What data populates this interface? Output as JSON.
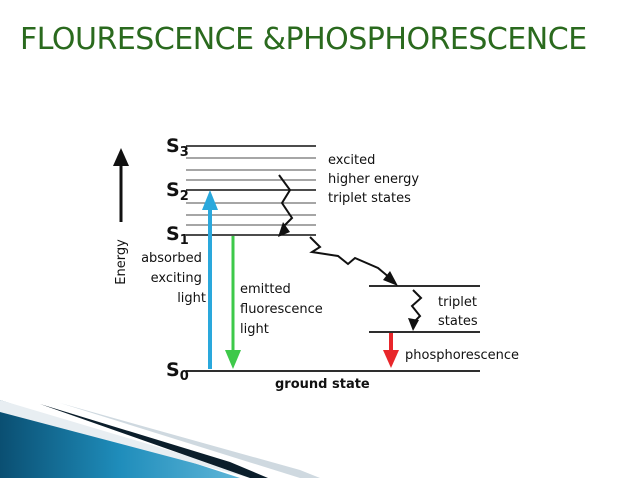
{
  "title": "FLOURESCENCE &PHOSPHORESCENCE",
  "colors": {
    "title": "#2a6a1e",
    "absorption_arrow": "#2aa8dc",
    "fluorescence_arrow": "#3ec94a",
    "phosphorescence_arrow": "#e8262a",
    "lines": "#111111",
    "ribbon_dark": "#0a4f72",
    "ribbon_light": "#1f8dbb"
  },
  "diagram": {
    "levels": {
      "s3": {
        "letter": "S",
        "sub": "3"
      },
      "s2": {
        "letter": "S",
        "sub": "2"
      },
      "s1": {
        "letter": "S",
        "sub": "1"
      },
      "s0": {
        "letter": "S",
        "sub": "0"
      }
    },
    "energy_label": "Energy",
    "absorbed_label": [
      "absorbed",
      "exciting",
      "light"
    ],
    "emitted_label": [
      "emitted",
      "fluorescence",
      "light"
    ],
    "excited_label": [
      "excited",
      "higher energy",
      "triplet states"
    ],
    "triplet_label": [
      "triplet",
      "states"
    ],
    "phosphorescence_label": "phosphorescence",
    "ground_state_label": "ground state"
  }
}
